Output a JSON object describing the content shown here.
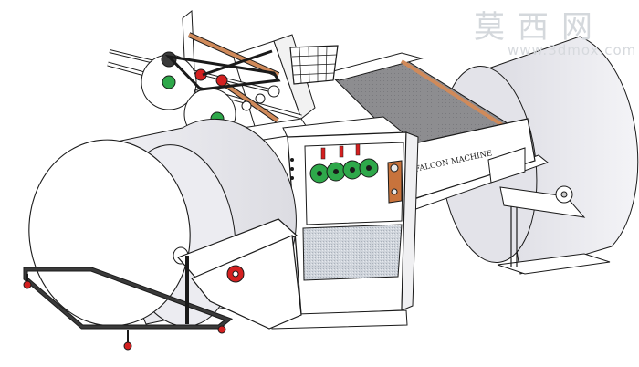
{
  "machine_label": "FALCON MACHINE",
  "watermark": {
    "site_name_cn": "莫西网",
    "site_url": "www.3dmox.com"
  },
  "colors": {
    "frame": "#ffffff",
    "edge": "#1a1a1a",
    "roll": "#eeeef3",
    "belt": "#8c8c8c",
    "rod": "#d08a5a",
    "gear": "#2ea84a",
    "red": "#d42020",
    "panel": "#e7e7ea",
    "window": "#c9ced6"
  }
}
